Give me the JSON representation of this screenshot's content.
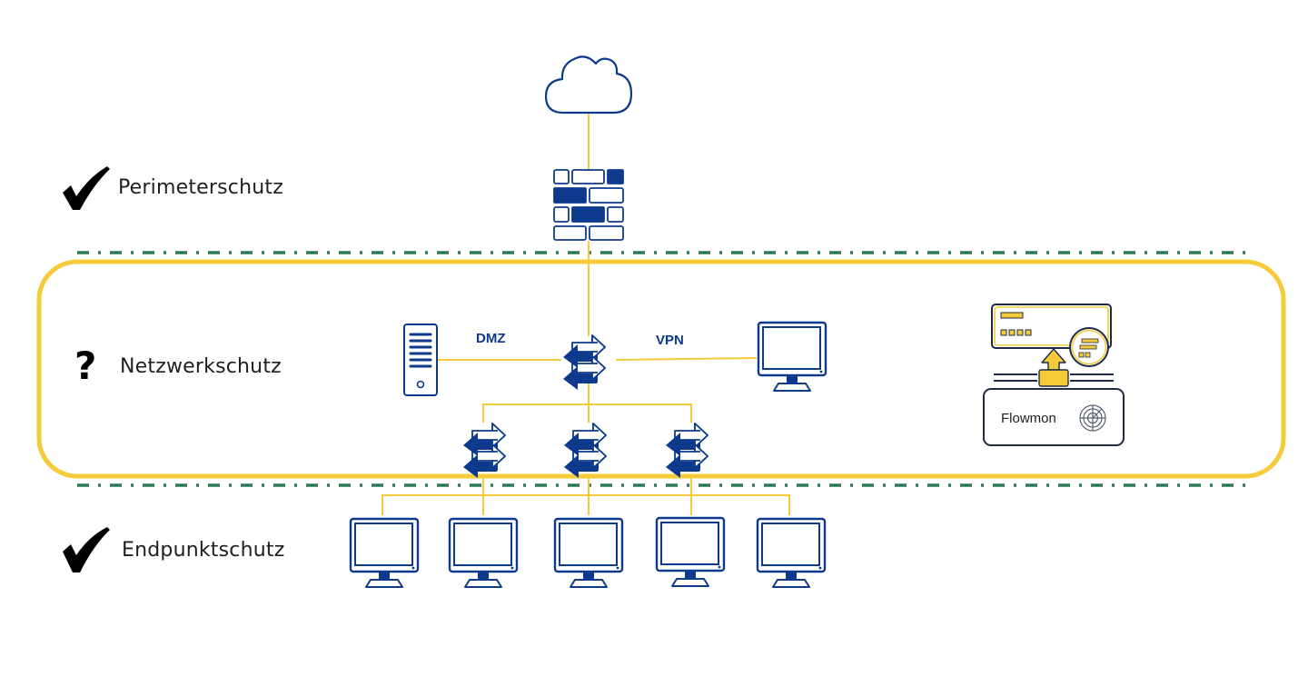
{
  "diagram": {
    "colors": {
      "primary_blue": "#0d3a8c",
      "connection_yellow": "#f6cb3a",
      "boundary_green": "#2b7a55",
      "text_dark": "#1f1f1f"
    },
    "layers": [
      {
        "label": "Perimeterschutz",
        "status": "checked",
        "status_icon": "check-icon"
      },
      {
        "label": "Netzwerkschutz",
        "status": "unknown",
        "status_icon": "question-icon"
      },
      {
        "label": "Endpunktschutz",
        "status": "checked",
        "status_icon": "check-icon"
      }
    ],
    "status_glyphs": {
      "check": "✔",
      "question": "?"
    },
    "nodes": {
      "cloud": {
        "label": "Internet cloud",
        "icon": "cloud-icon"
      },
      "firewall": {
        "label": "Firewall",
        "icon": "firewall-icon"
      },
      "dmz_server": {
        "label": "DMZ",
        "icon": "server-icon"
      },
      "core_switch": {
        "icon": "switch-icon"
      },
      "vpn_client": {
        "label": "VPN",
        "icon": "monitor-icon"
      },
      "access_switches": [
        {
          "icon": "switch-icon"
        },
        {
          "icon": "switch-icon"
        },
        {
          "icon": "switch-icon"
        }
      ],
      "endpoints": [
        {
          "icon": "monitor-icon"
        },
        {
          "icon": "monitor-icon"
        },
        {
          "icon": "monitor-icon"
        },
        {
          "icon": "monitor-icon"
        },
        {
          "icon": "monitor-icon"
        }
      ],
      "flowmon": {
        "label": "Flowmon",
        "icon": "flowmon-probe-icon",
        "badge_icon": "radar-icon"
      }
    }
  }
}
